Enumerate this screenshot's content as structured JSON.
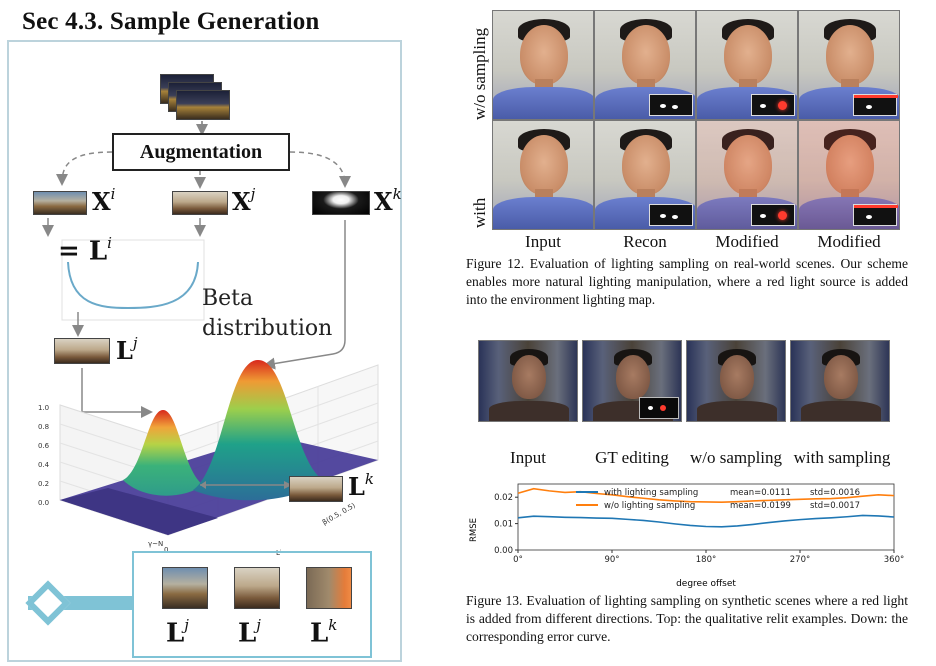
{
  "section_title": "Sec 4.3. Sample Generation",
  "diagram": {
    "augmentation_label": "Augmentation",
    "x_i": "X",
    "x_i_sup": "i",
    "x_j": "X",
    "x_j_sup": "j",
    "x_k": "X",
    "x_k_sup": "k",
    "eq_l_i": "= L",
    "eq_l_i_sup": "i",
    "beta_line1": "Beta",
    "beta_line2": "distribution",
    "l_j": "L",
    "l_j_sup": "j",
    "l_k": "L",
    "l_k_sup": "k",
    "surface_ztick_top": "1.0",
    "surface_ztick_ticks": [
      "0.8",
      "0.6",
      "0.4",
      "0.2",
      "0.0"
    ],
    "surface_axis_y_label": "γ~N",
    "surface_axis_y_sub": "0",
    "surface_axis_beta": "β(0.5, 0.5)",
    "surface_axis_l": "Lⁱ",
    "bottom_labels": [
      {
        "base": "L",
        "sup": "j"
      },
      {
        "base": "L",
        "sup": "j"
      },
      {
        "base": "L",
        "sup": "k"
      }
    ],
    "colors": {
      "frame": "#bcd3dc",
      "accent": "#7fc3d6",
      "peak": "#d8281c",
      "surface": "#4b3f9a"
    }
  },
  "fig12": {
    "row_labels": [
      "w/o sampling",
      "with"
    ],
    "col_labels": [
      "Input",
      "Recon",
      "Modified",
      "Modified"
    ],
    "caption": "Figure 12. Evaluation of lighting sampling on real-world scenes. Our scheme enables more natural lighting manipulation, where a red light source is added into the environment lighting map."
  },
  "fig13": {
    "col_labels": [
      "Input",
      "GT editing",
      "w/o sampling",
      "with sampling"
    ],
    "caption": "Figure 13. Evaluation of lighting sampling on synthetic scenes where a red light is added from different directions. Top: the qualitative relit examples. Down: the corresponding error curve."
  },
  "chart_data": {
    "type": "line",
    "xlabel": "degree offset",
    "ylabel": "RMSE",
    "xlim": [
      0,
      360
    ],
    "ylim": [
      0,
      0.025
    ],
    "xticks": [
      "0°",
      "90°",
      "180°",
      "270°",
      "360°"
    ],
    "yticks": [
      "0.00",
      "0.01",
      "0.02"
    ],
    "x": [
      0,
      15,
      30,
      45,
      60,
      75,
      90,
      105,
      120,
      135,
      150,
      165,
      180,
      195,
      210,
      225,
      240,
      255,
      270,
      285,
      300,
      315,
      330,
      345,
      360
    ],
    "series": [
      {
        "name": "with lighting sampling",
        "color": "#1f77b4",
        "stats": "mean=0.0111",
        "std": "std=0.0016",
        "values": [
          0.0122,
          0.0128,
          0.0126,
          0.0124,
          0.0123,
          0.0121,
          0.012,
          0.0116,
          0.0112,
          0.0106,
          0.0099,
          0.0093,
          0.0089,
          0.0088,
          0.0091,
          0.0097,
          0.0104,
          0.011,
          0.0115,
          0.0119,
          0.0122,
          0.0126,
          0.0131,
          0.0129,
          0.0125
        ]
      },
      {
        "name": "w/o lighting sampling",
        "color": "#ff7f0e",
        "stats": "mean=0.0199",
        "std": "std=0.0017",
        "values": [
          0.0215,
          0.0232,
          0.0224,
          0.0218,
          0.0221,
          0.0214,
          0.0209,
          0.0202,
          0.0196,
          0.019,
          0.0186,
          0.0183,
          0.0182,
          0.0181,
          0.0183,
          0.0186,
          0.0188,
          0.019,
          0.0192,
          0.0194,
          0.0195,
          0.0198,
          0.0204,
          0.0209,
          0.0206
        ]
      }
    ],
    "grid": false,
    "legend": "top"
  }
}
